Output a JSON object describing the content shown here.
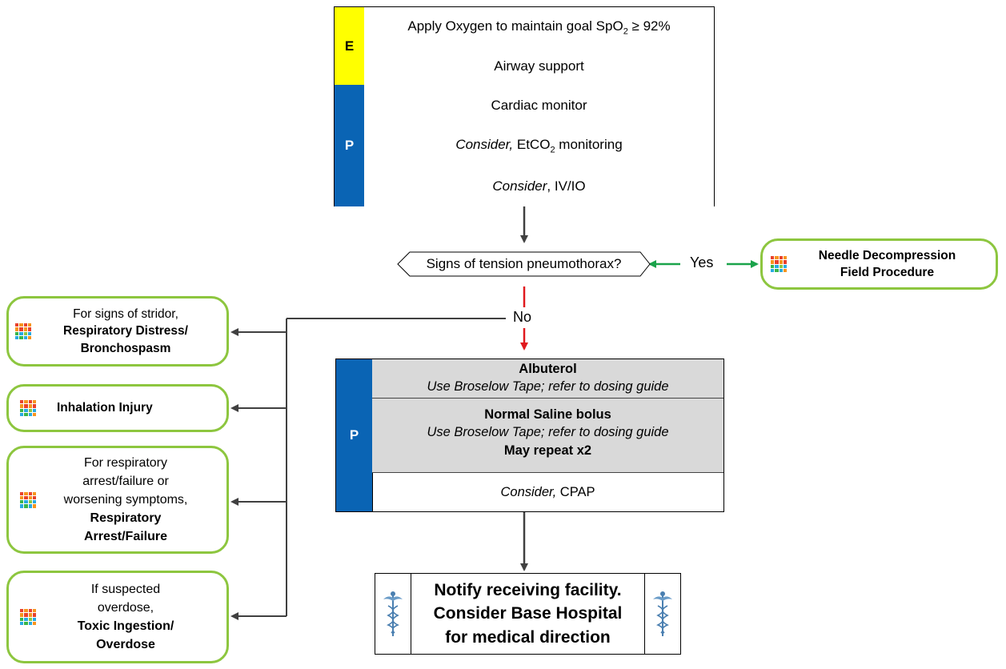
{
  "top_table": {
    "e_tag": "E",
    "p_tag": "P",
    "rows": {
      "oxygen_prefix": "Apply Oxygen to maintain goal SpO",
      "oxygen_sub": "2",
      "oxygen_suffix": " ≥ 92%",
      "airway": "Airway support",
      "cardiac": "Cardiac monitor",
      "etco2_consider": "Consider,",
      "etco2_prefix": " EtCO",
      "etco2_sub": "2",
      "etco2_suffix": " monitoring",
      "iv_consider": "Consider",
      "iv_text": ", IV/IO"
    }
  },
  "decision": {
    "question": "Signs of tension pneumothorax?",
    "yes_label": "Yes",
    "no_label": "No"
  },
  "needle": {
    "line1": "Needle Decompression",
    "line2": "Field Procedure"
  },
  "side_boxes": {
    "stridor": {
      "pre": "For signs of stridor,",
      "bold1": "Respiratory Distress/",
      "bold2": "Bronchospasm"
    },
    "inhalation": {
      "bold": "Inhalation Injury"
    },
    "resp_arrest": {
      "pre1": "For respiratory",
      "pre2": "arrest/failure or",
      "pre3": "worsening symptoms,",
      "bold1": "Respiratory",
      "bold2": "Arrest/Failure"
    },
    "overdose": {
      "pre1": "If suspected",
      "pre2": "overdose,",
      "bold1": "Toxic Ingestion/",
      "bold2": "Overdose"
    }
  },
  "mid_table": {
    "p_tag": "P",
    "albuterol": "Albuterol",
    "albuterol_note": "Use Broselow Tape; refer to dosing guide",
    "saline": "Normal Saline bolus",
    "saline_note": "Use Broselow Tape; refer to dosing guide",
    "repeat": "May repeat x2",
    "cpap_consider": "Consider,",
    "cpap_text": " CPAP"
  },
  "notify": {
    "line1": "Notify receiving facility.",
    "line2": "Consider Base Hospital",
    "line3": "for medical direction"
  },
  "colors": {
    "emt_yellow": "#ffff00",
    "paramedic_blue": "#0a64b4",
    "pill_green": "#8dc63f",
    "yes_arrow": "#1aa34a",
    "no_arrow": "#e0191e",
    "connector": "#404040",
    "med_gray": "#d9d9d9"
  },
  "icons": [
    "protocol-grid-icon",
    "caduceus-icon"
  ]
}
